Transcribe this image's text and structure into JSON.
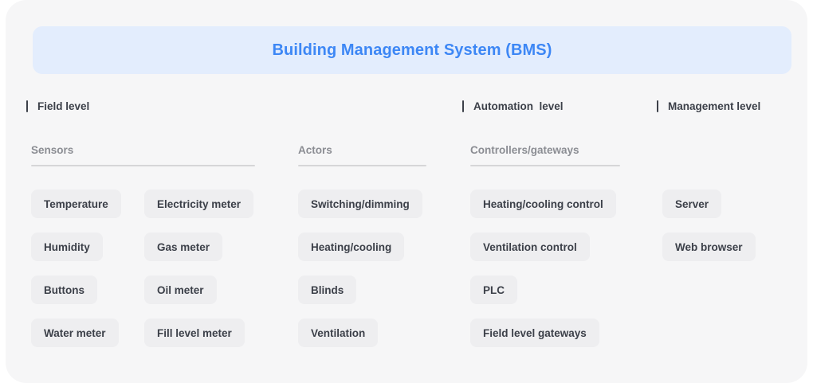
{
  "colors": {
    "page_background": "#ffffff",
    "card_background": "#f6f6f7",
    "title_bar_background": "#e3edfd",
    "title_text": "#3d87f5",
    "heading_text": "#3c4049",
    "category_text": "#8b8d93",
    "pill_background": "#eeeef0",
    "pill_text": "#3c4049",
    "rule": "#d6d6d8"
  },
  "header": {
    "title": "Building Management System (BMS)"
  },
  "levels": [
    {
      "id": "field",
      "label": "Field level"
    },
    {
      "id": "automation",
      "label": "Automation  level"
    },
    {
      "id": "management",
      "label": "Management level"
    }
  ],
  "categories": [
    {
      "id": "sensors",
      "label": "Sensors"
    },
    {
      "id": "actors",
      "label": "Actors"
    },
    {
      "id": "controllers",
      "label": "Controllers/gateways"
    }
  ],
  "columns": {
    "sensors_a": [
      "Temperature",
      "Humidity",
      "Buttons",
      "Water meter"
    ],
    "sensors_b": [
      "Electricity meter",
      "Gas meter",
      "Oil meter",
      "Fill level meter"
    ],
    "actors": [
      "Switching/dimming",
      "Heating/cooling",
      "Blinds",
      "Ventilation"
    ],
    "controllers": [
      "Heating/cooling control",
      "Ventilation control",
      "PLC",
      "Field level gateways"
    ],
    "management": [
      "Server",
      "Web browser"
    ]
  }
}
